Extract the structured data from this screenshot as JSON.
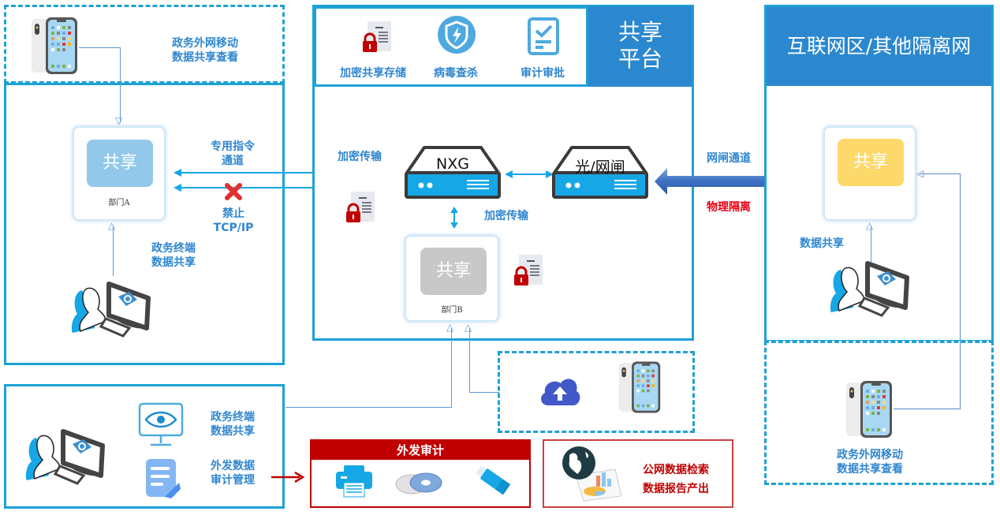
{
  "left_top": {
    "label_line1": "政务外网移动",
    "label_line2": "数据共享查看"
  },
  "left_main": {
    "share_tile": "共享",
    "dept": "部门A",
    "terminal_label_line1": "政务终端",
    "terminal_label_line2": "数据共享"
  },
  "channels": {
    "dedicated_line1": "专用指令",
    "dedicated_line2": "通道",
    "forbid_line1": "禁止",
    "forbid_line2": "TCP/IP",
    "encrypted_top": "加密传输",
    "encrypted_vertical": "加密传输"
  },
  "platform": {
    "title_line1": "共享",
    "title_line2": "平台",
    "features": [
      {
        "icon": "encrypted-doc-icon",
        "label": "加密共享存储"
      },
      {
        "icon": "antivirus-shield-icon",
        "label": "病毒查杀"
      },
      {
        "icon": "audit-checklist-icon",
        "label": "审计审批"
      }
    ],
    "nxg_label": "NXG",
    "gateway_label": "光/网闸",
    "dept_b_tile": "共享",
    "dept_b": "部门B"
  },
  "gateway_channel": {
    "top": "网闸通道",
    "bottom": "物理隔离"
  },
  "right": {
    "title": "互联网区/其他隔离网",
    "share_tile": "共享",
    "data_share_label": "数据共享",
    "mobile_label_line1": "政务外网移动",
    "mobile_label_line2": "数据共享查看"
  },
  "bottom_left": {
    "item1_line1": "政务终端",
    "item1_line2": "数据共享",
    "item2_line1": "外发数据",
    "item2_line2": "审计管理"
  },
  "outbound_audit": {
    "title": "外发审计"
  },
  "public_search": {
    "line1": "公网数据检索",
    "line2": "数据报告产出"
  },
  "colors": {
    "frame_blue": "#1ea1d6",
    "header_blue": "#2b88cf",
    "label_blue": "#2f86cf",
    "share_a": "#92c9ea",
    "share_b": "#c8c8c8",
    "share_right": "#fdd86a",
    "audit_red": "#c00000"
  }
}
